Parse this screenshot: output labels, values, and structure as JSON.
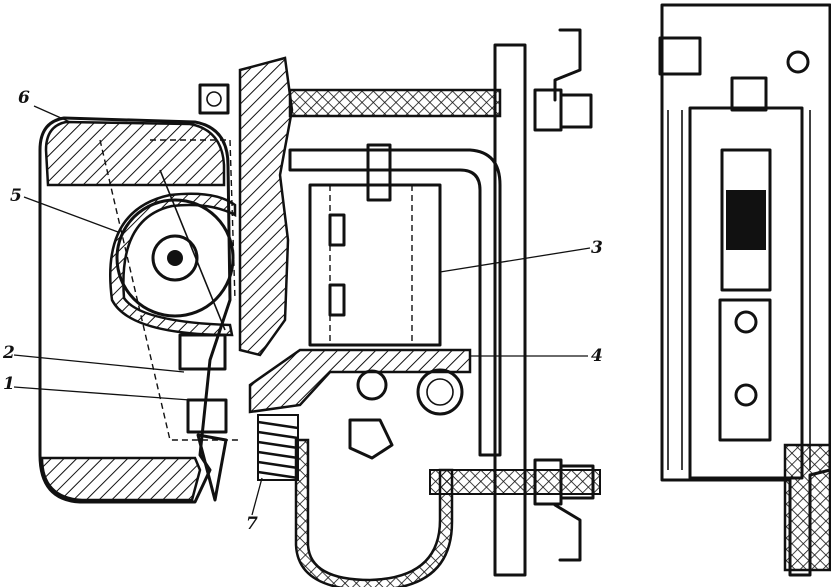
{
  "callouts": [
    {
      "id": "6",
      "label": "6"
    },
    {
      "id": "5",
      "label": "5"
    },
    {
      "id": "3",
      "label": "3"
    },
    {
      "id": "2",
      "label": "2"
    },
    {
      "id": "4",
      "label": "4"
    },
    {
      "id": "1",
      "label": "1"
    },
    {
      "id": "7",
      "label": "7"
    }
  ],
  "colors": {
    "ink": "#111111",
    "paper": "#ffffff"
  }
}
